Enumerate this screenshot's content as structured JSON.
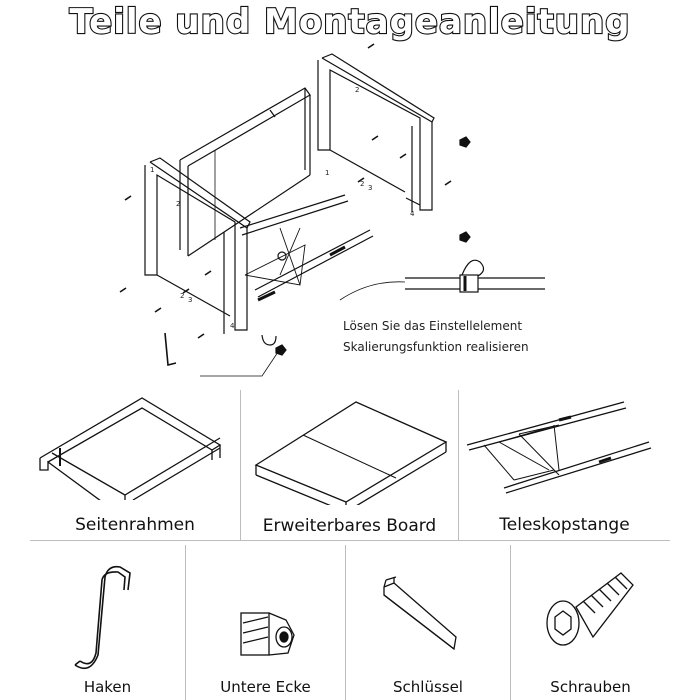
{
  "title": "Teile und Montageanleitung",
  "note": {
    "line1": "Lösen Sie das Einstellelement",
    "line2": "Skalierungsfunktion realisieren"
  },
  "part_numbers": [
    "1",
    "2",
    "3",
    "4"
  ],
  "parts_row1": [
    {
      "label": "Seitenrahmen",
      "icon": "side-frame-icon"
    },
    {
      "label": "Erweiterbares Board",
      "icon": "extendable-board-icon"
    },
    {
      "label": "Teleskopstange",
      "icon": "telescopic-rod-icon"
    }
  ],
  "parts_row2": [
    {
      "label": "Haken",
      "icon": "hook-icon"
    },
    {
      "label": "Untere Ecke",
      "icon": "bottom-corner-icon"
    },
    {
      "label": "Schlüssel",
      "icon": "hex-key-icon"
    },
    {
      "label": "Schrauben",
      "icon": "screw-icon"
    }
  ]
}
